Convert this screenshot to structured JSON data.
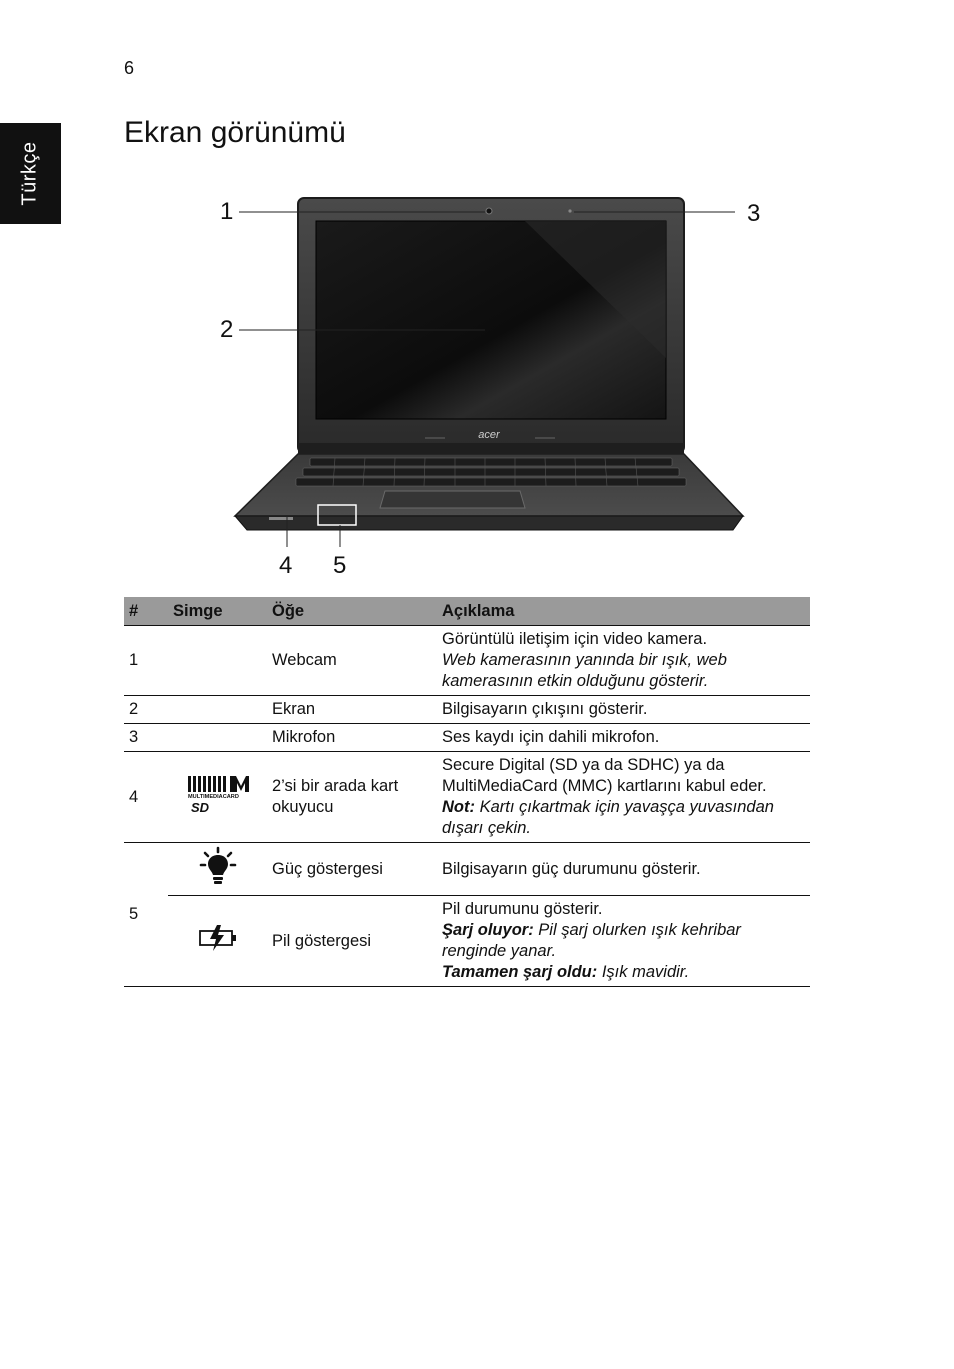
{
  "page_number": "6",
  "language_tab": "Türkçe",
  "title": "Ekran görünümü",
  "figure": {
    "callouts": [
      "1",
      "2",
      "3",
      "4",
      "5"
    ],
    "brand_logo": "acer"
  },
  "table": {
    "headers": [
      "#",
      "Simge",
      "Öğe",
      "Açıklama"
    ],
    "rows": [
      {
        "num": "1",
        "item": "Webcam",
        "desc_lines": [
          "Görüntülü iletişim için video kamera."
        ],
        "desc_italic": "Web kamerasının yanında bir ışık, web kamerasının etkin olduğunu gösterir."
      },
      {
        "num": "2",
        "item": "Ekran",
        "desc": "Bilgisayarın çıkışını gösterir."
      },
      {
        "num": "3",
        "item": "Mikrofon",
        "desc": "Ses kaydı için dahili mikrofon."
      },
      {
        "num": "4",
        "icon": "sd-mmc-card-icon",
        "icon_text_top": "MULTIMEDIACARD",
        "icon_text_bottom": "SD",
        "item": "2’si bir arada kart okuyucu",
        "desc": "Secure Digital (SD ya da SDHC) ya da MultiMediaCard (MMC) kartlarını kabul eder.",
        "note_label": "Not:",
        "note_text": " Kartı çıkartmak için yavaşça yuvasından dışarı çekin."
      },
      {
        "num": "5",
        "sub": [
          {
            "icon": "power-bulb-icon",
            "item": "Güç göstergesi",
            "desc": "Bilgisayarın güç durumunu gösterir."
          },
          {
            "icon": "battery-charge-icon",
            "item": "Pil göstergesi",
            "desc": "Pil durumunu gösterir.",
            "charging_label": "Şarj oluyor:",
            "charging_text": " Pil şarj olurken ışık kehribar renginde yanar.",
            "charged_label": "Tamamen şarj oldu:",
            "charged_text": " Işık mavidir."
          }
        ]
      }
    ]
  }
}
